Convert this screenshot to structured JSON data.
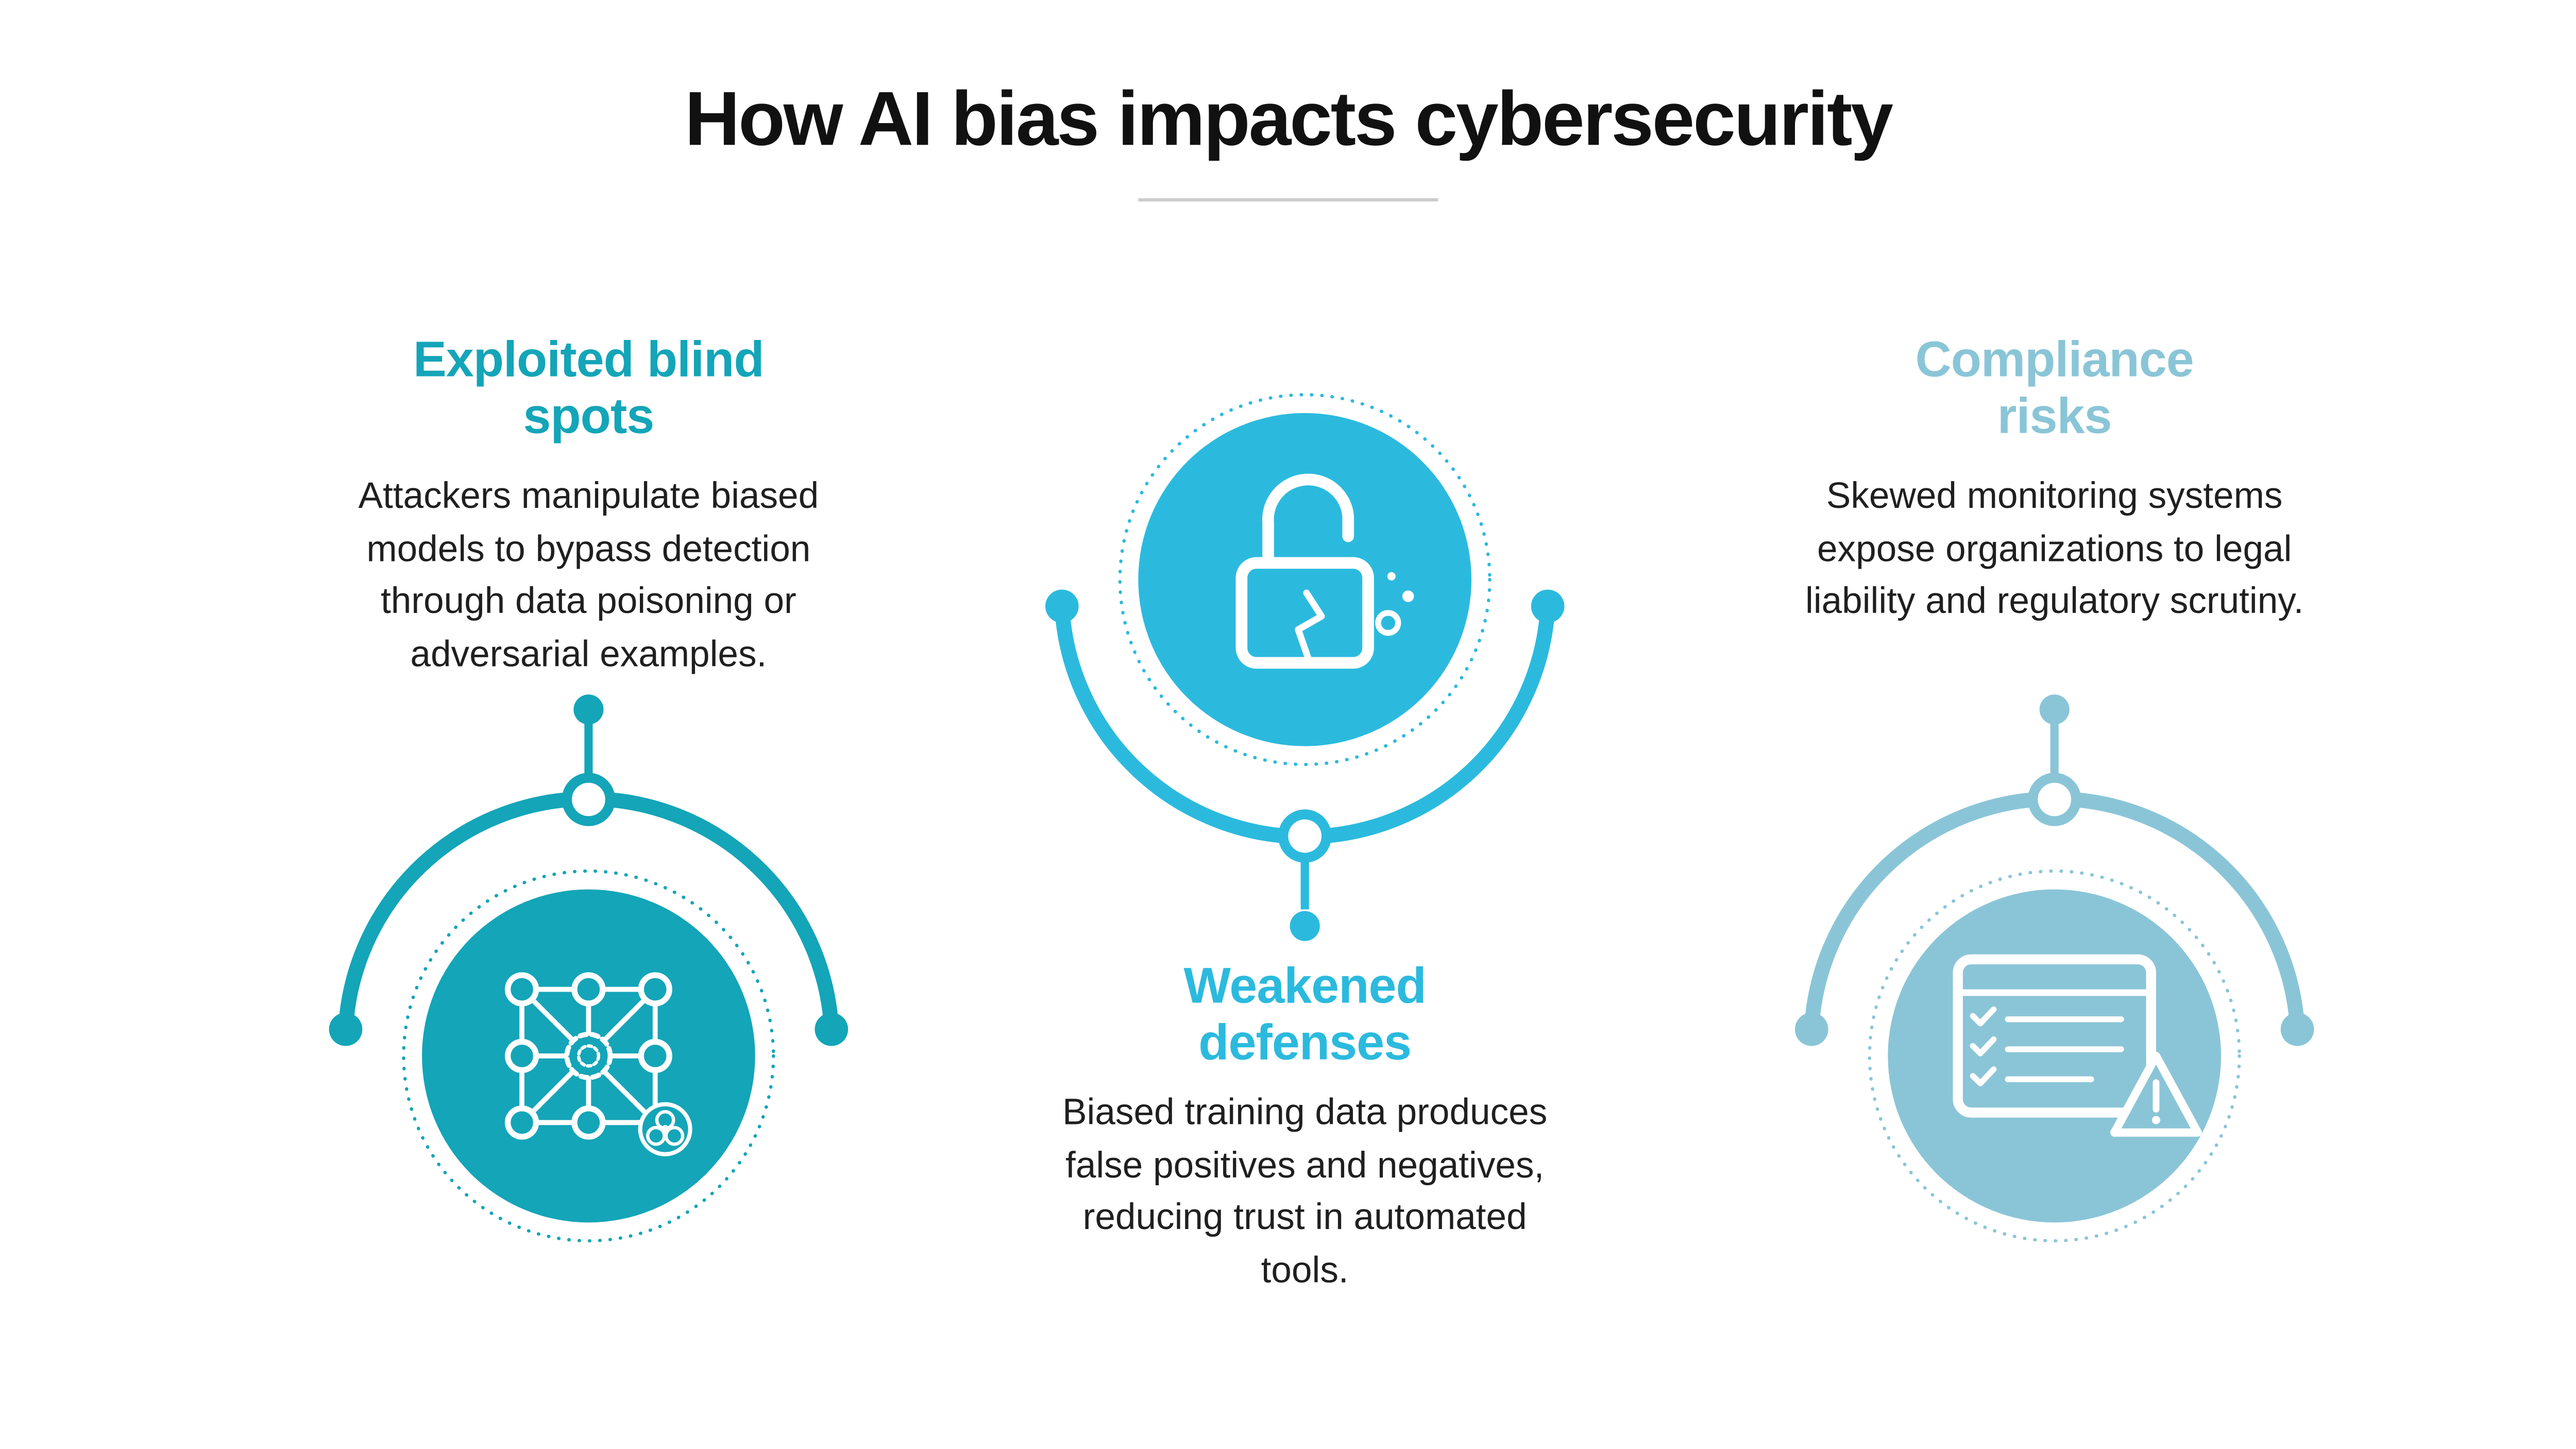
{
  "colors": {
    "background": "#ffffff",
    "title": "#111111",
    "body": "#1f1f1f",
    "divider": "#cccccc",
    "accent1": "#14a5b8",
    "accent2": "#2bbade",
    "accent3": "#8ac5d7"
  },
  "header": {
    "title": "How AI bias impacts cybersecurity"
  },
  "sections": [
    {
      "heading": "Exploited blind spots",
      "body": "Attackers manipulate biased models to bypass detection through data poisoning or adversarial examples.",
      "icon": "ai-network-biohazard-icon",
      "accent": "#14a5b8"
    },
    {
      "heading": "Weakened defenses",
      "body": "Biased training data produces false positives and negatives, reducing trust in automated tools.",
      "icon": "broken-padlock-icon",
      "accent": "#2bbade"
    },
    {
      "heading": "Compliance risks",
      "body": "Skewed monitoring systems expose organizations to legal liability and regulatory scrutiny.",
      "icon": "checklist-warning-icon",
      "accent": "#8ac5d7"
    }
  ]
}
